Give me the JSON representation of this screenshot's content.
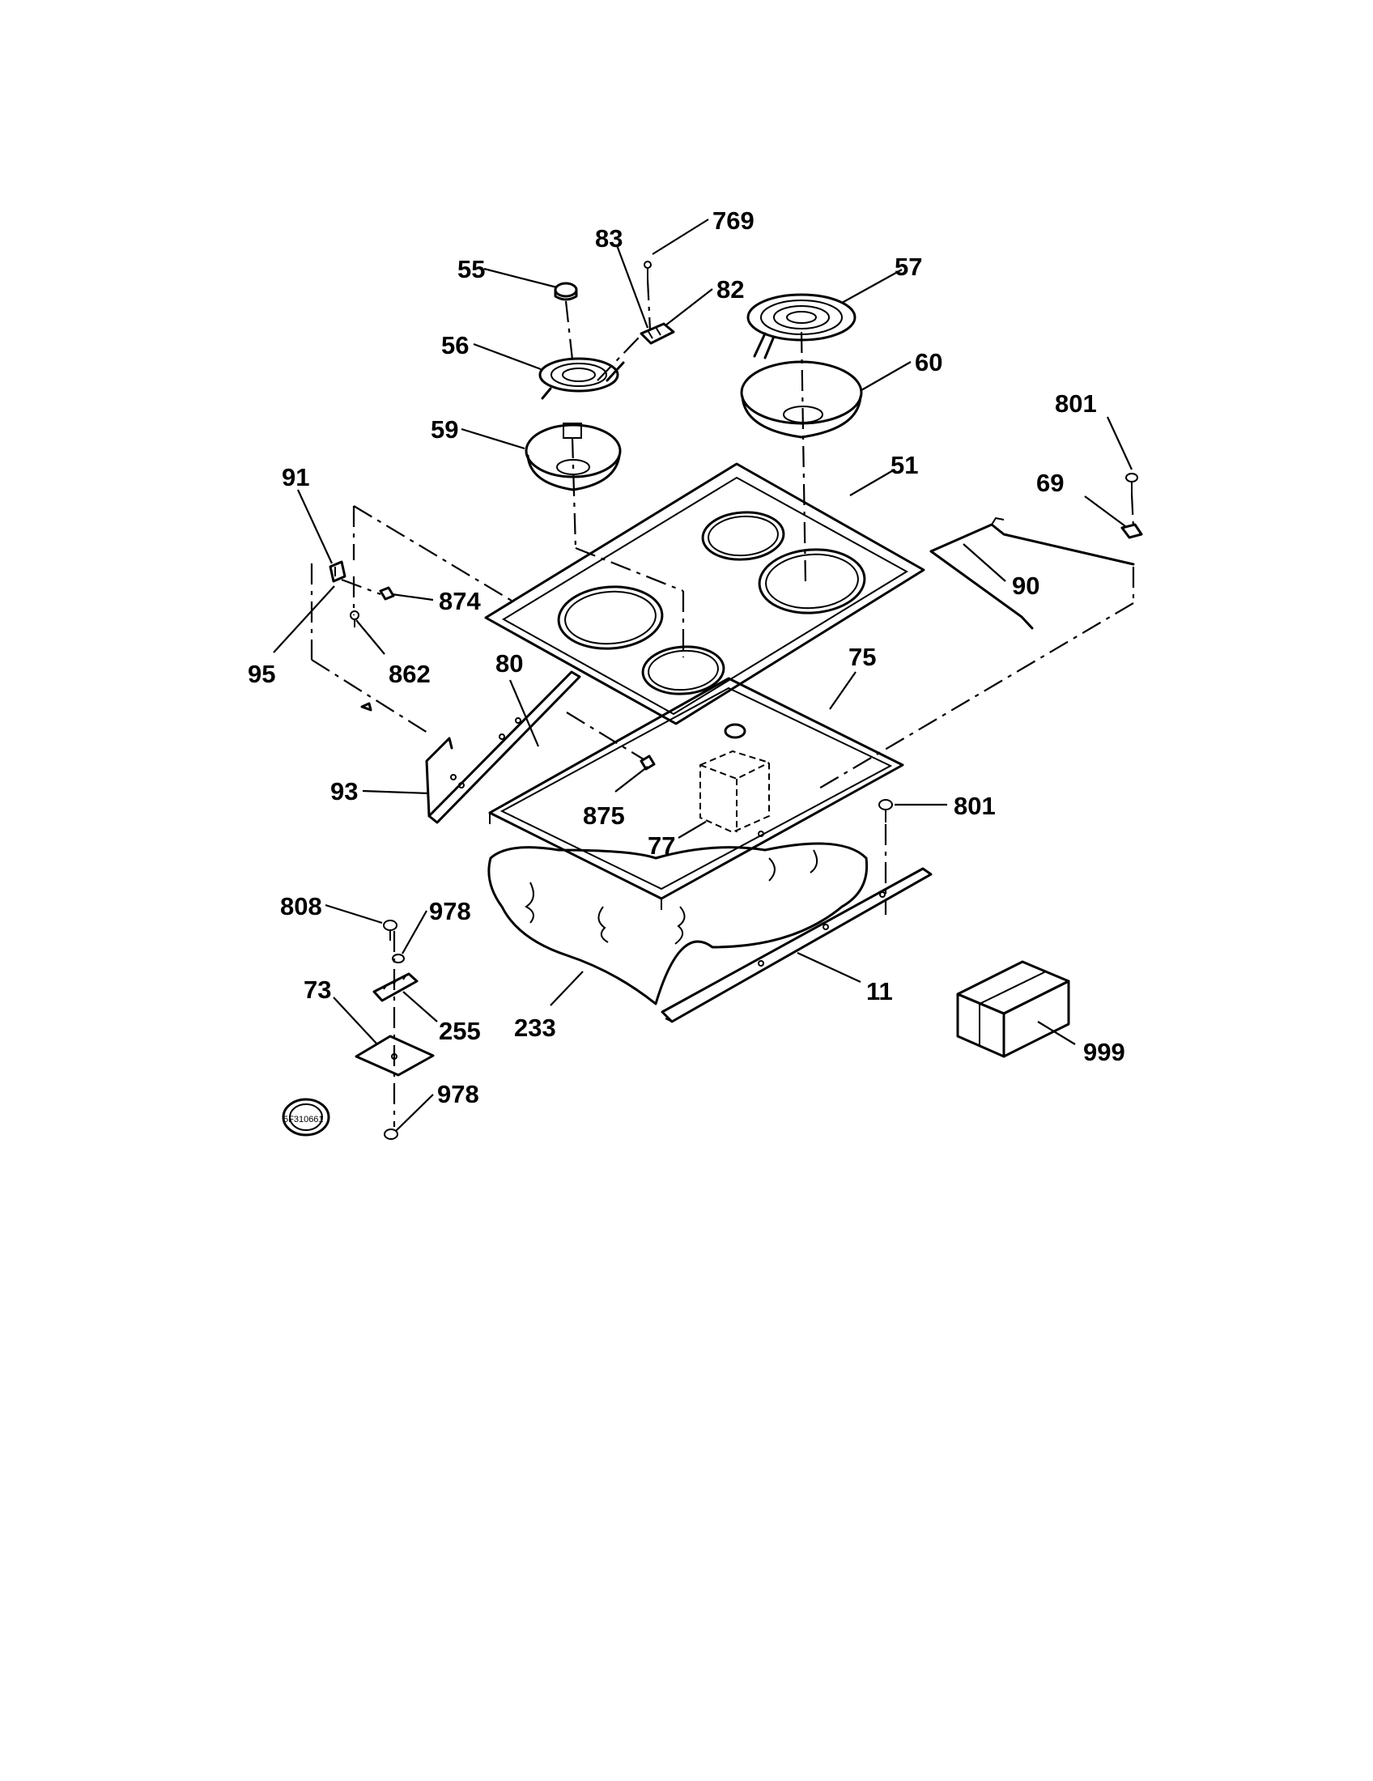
{
  "callouts": [
    {
      "id": "c1",
      "text": "769"
    },
    {
      "id": "c2",
      "text": "83"
    },
    {
      "id": "c3",
      "text": "55"
    },
    {
      "id": "c4",
      "text": "82"
    },
    {
      "id": "c5",
      "text": "57"
    },
    {
      "id": "c6",
      "text": "56"
    },
    {
      "id": "c7",
      "text": "60"
    },
    {
      "id": "c8",
      "text": "59"
    },
    {
      "id": "c9",
      "text": "801"
    },
    {
      "id": "c10",
      "text": "51"
    },
    {
      "id": "c11",
      "text": "91"
    },
    {
      "id": "c12",
      "text": "69"
    },
    {
      "id": "c13",
      "text": "874"
    },
    {
      "id": "c14",
      "text": "90"
    },
    {
      "id": "c15",
      "text": "95"
    },
    {
      "id": "c16",
      "text": "862"
    },
    {
      "id": "c17",
      "text": "80"
    },
    {
      "id": "c18",
      "text": "75"
    },
    {
      "id": "c19",
      "text": "93"
    },
    {
      "id": "c20",
      "text": "875"
    },
    {
      "id": "c21",
      "text": "801"
    },
    {
      "id": "c22",
      "text": "77"
    },
    {
      "id": "c23",
      "text": "808"
    },
    {
      "id": "c24",
      "text": "978"
    },
    {
      "id": "c25",
      "text": "73"
    },
    {
      "id": "c26",
      "text": "11"
    },
    {
      "id": "c27",
      "text": "255"
    },
    {
      "id": "c28",
      "text": "233"
    },
    {
      "id": "c29",
      "text": "999"
    },
    {
      "id": "c30",
      "text": "978"
    }
  ],
  "figure_code": "5F310661"
}
